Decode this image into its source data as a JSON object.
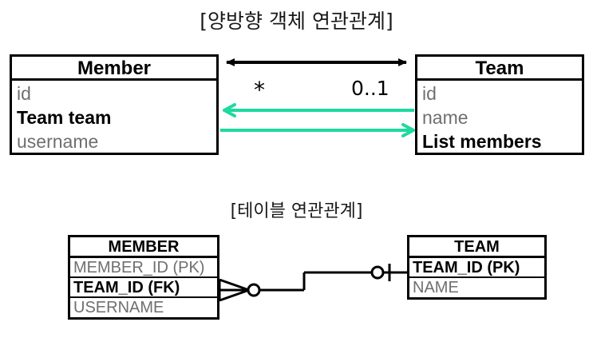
{
  "sections": {
    "object": {
      "title": "[양방향 객체 연관관계]",
      "left_box": {
        "name": "member-class",
        "header": "Member",
        "fields": [
          {
            "label": "id",
            "emphasis": false
          },
          {
            "label": "Team team",
            "emphasis": true
          },
          {
            "label": "username",
            "emphasis": false
          }
        ]
      },
      "right_box": {
        "name": "team-class",
        "header": "Team",
        "fields": [
          {
            "label": "id",
            "emphasis": false
          },
          {
            "label": "name",
            "emphasis": false
          },
          {
            "label": "List members",
            "emphasis": true
          }
        ]
      },
      "association": {
        "multiplicity_left": "*",
        "multiplicity_right": "0..1",
        "arrow_style": "double-headed",
        "reference_arrows": [
          {
            "name": "team-to-member-reference",
            "direction": "left",
            "color": "#1ed9a0"
          },
          {
            "name": "member-to-team-reference",
            "direction": "right",
            "color": "#1ed9a0"
          }
        ]
      }
    },
    "table": {
      "title": "[테이블 연관관계]",
      "left_box": {
        "name": "member-table",
        "header": "MEMBER",
        "fields": [
          {
            "label": "MEMBER_ID (PK)",
            "emphasis": false
          },
          {
            "label": "TEAM_ID (FK)",
            "emphasis": true
          },
          {
            "label": "USERNAME",
            "emphasis": false
          }
        ]
      },
      "right_box": {
        "name": "team-table",
        "header": "TEAM",
        "fields": [
          {
            "label": "TEAM_ID (PK)",
            "emphasis": true
          },
          {
            "label": "NAME",
            "emphasis": false
          }
        ]
      },
      "relationship": {
        "left_cardinality": "zero-or-many",
        "right_cardinality": "zero-or-one",
        "notation": "crows-foot"
      }
    }
  },
  "colors": {
    "line": "#000000",
    "reference_arrow": "#1ed9a0",
    "muted_text": "#6f6f6f",
    "background": "#ffffff"
  }
}
